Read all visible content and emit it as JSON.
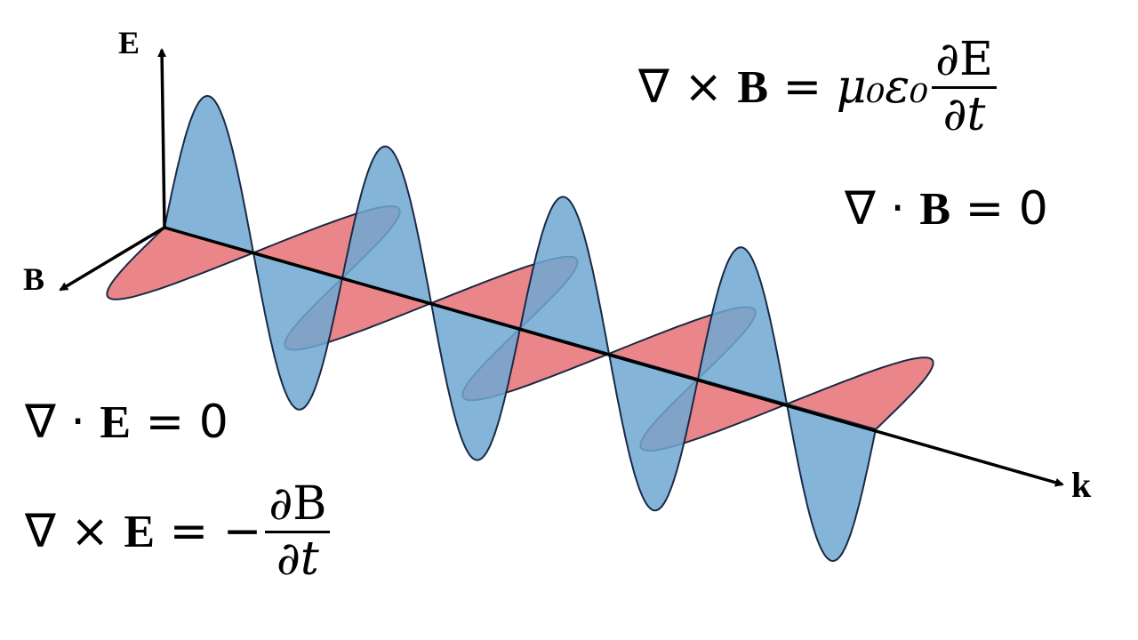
{
  "axes": {
    "e_label": "E",
    "b_label": "B",
    "k_label": "k"
  },
  "equations": {
    "curl_b": {
      "lhs_op": "∇ ×",
      "lhs_field": "B",
      "eq": "=",
      "coef": "μ₀ε₀",
      "num": "∂E",
      "den": "∂t"
    },
    "div_b": {
      "op": "∇ ·",
      "field": "B",
      "rhs": "= 0"
    },
    "div_e": {
      "op": "∇ ·",
      "field": "E",
      "rhs": "= 0"
    },
    "curl_e": {
      "lhs_op": "∇ ×",
      "lhs_field": "E",
      "eq": "= −",
      "num": "∂B",
      "den": "∂t"
    }
  },
  "colors": {
    "e_field": "#6fa8d2",
    "b_field": "#e8797d",
    "outline": "#1a2a44",
    "axis": "#000000"
  },
  "wave": {
    "cycles": 4,
    "e_amplitude_ratio": 1.0,
    "b_amplitude_ratio": 0.55
  }
}
